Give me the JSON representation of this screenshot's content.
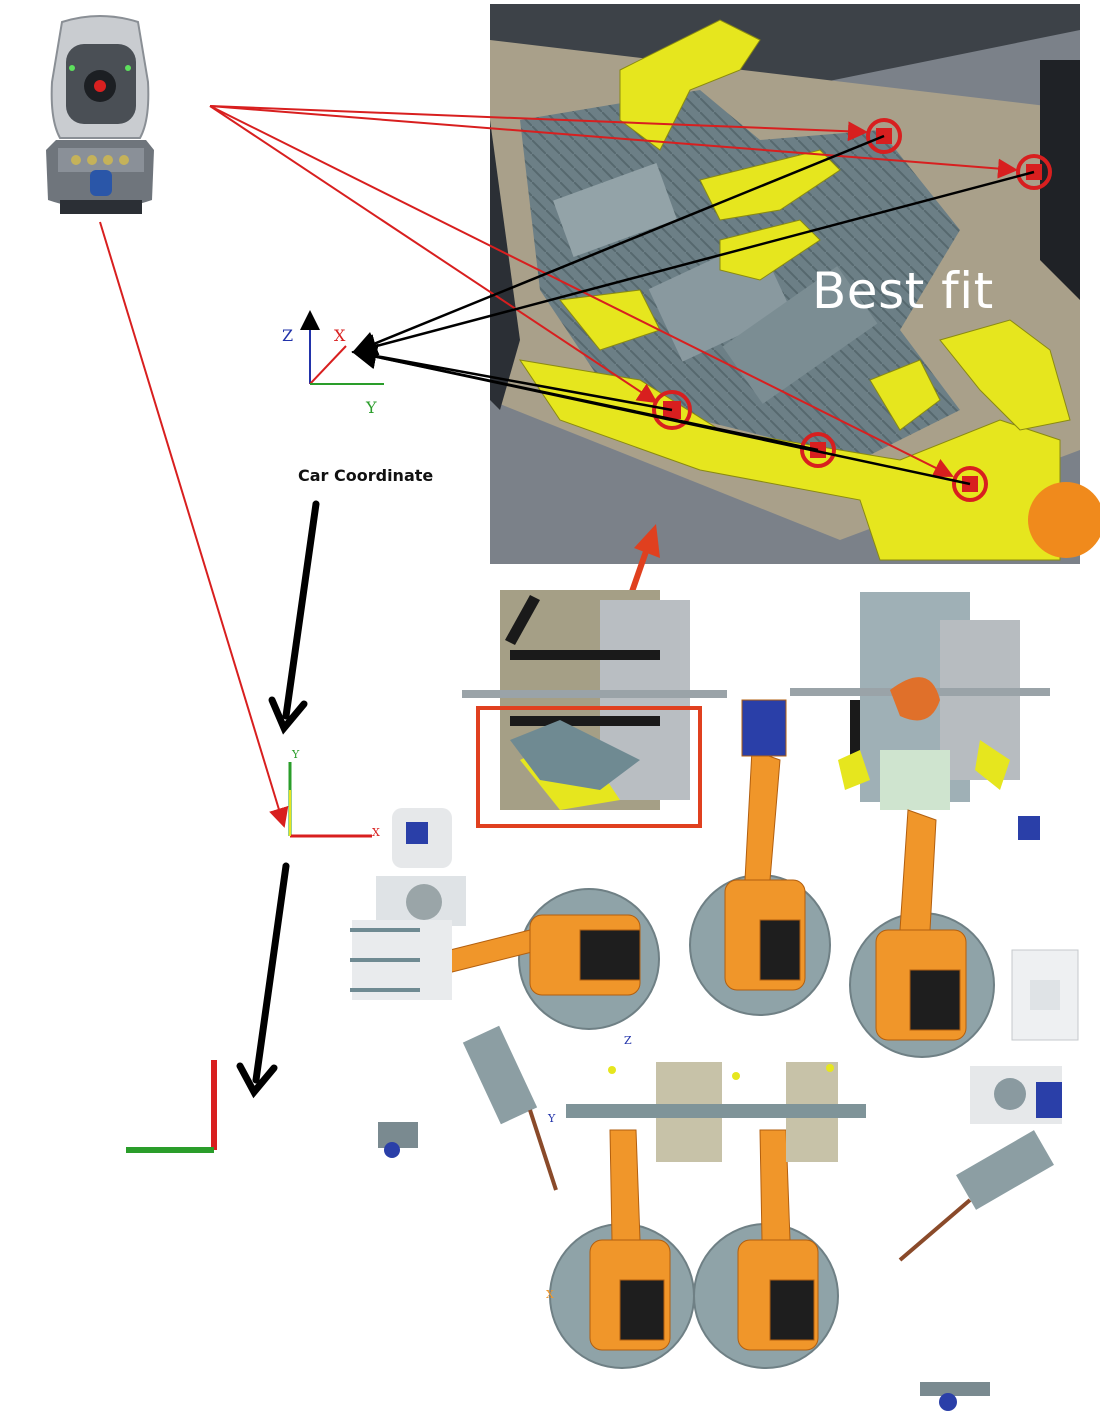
{
  "labels": {
    "best_fit": "Best fit",
    "car_coordinate": "Car Coordinate"
  },
  "axis_labels": {
    "top_frame": {
      "z": "Z",
      "x": "X",
      "y": "Y"
    },
    "mid_frame": {
      "y": "Y",
      "x": "X"
    },
    "cell_frame": {
      "z": "Z",
      "y": "Y",
      "x": "X"
    }
  },
  "colors": {
    "measurement_ray": "#d81f1f",
    "transform_arrow": "#000000",
    "highlight_box": "#e0401f",
    "cad_yellow": "#e6e61e",
    "cad_gray": "#7f8f96",
    "robot_orange": "#f0962a",
    "base_disc": "#8fa3a8",
    "axis_x": "#d81f1f",
    "axis_y": "#2a9d2a",
    "axis_z": "#2233aa"
  },
  "icons": [
    "laser-tracker-icon",
    "target-marker-icon",
    "coordinate-frame-icon",
    "robot-icon",
    "fixture-icon"
  ]
}
